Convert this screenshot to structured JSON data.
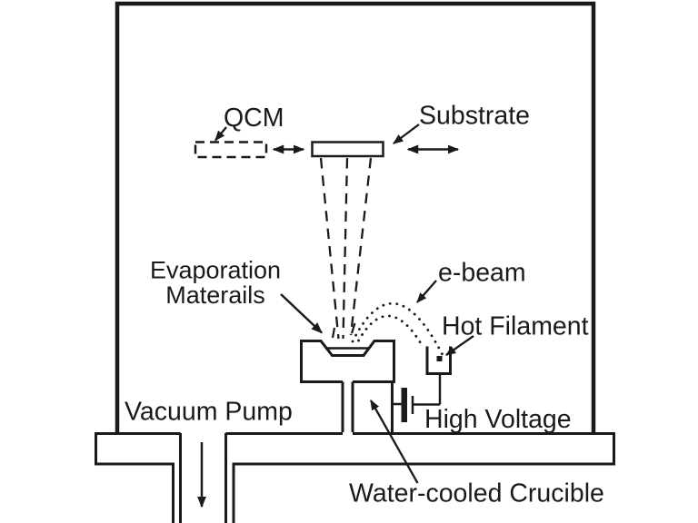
{
  "diagram": {
    "labels": {
      "qcm": "QCM",
      "substrate": "Substrate",
      "evaporation_materials_line1": "Evaporation",
      "evaporation_materials_line2": "Materails",
      "e_beam": "e-beam",
      "hot_filament": "Hot Filament",
      "vacuum_pump": "Vacuum Pump",
      "high_voltage": "High Voltage",
      "water_cooled_crucible": "Water-cooled Crucible"
    },
    "colors": {
      "line": "#1a1a1a",
      "background": "#ffffff"
    }
  }
}
